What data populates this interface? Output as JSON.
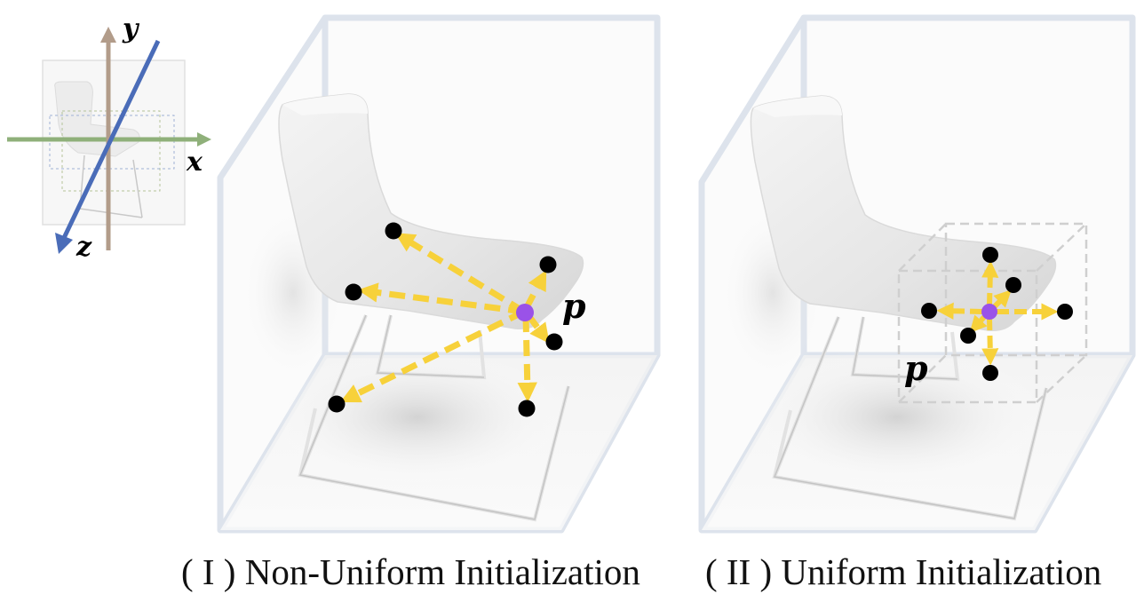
{
  "axes_labels": {
    "x": "x",
    "y": "y",
    "z": "z"
  },
  "point_label": "p",
  "captions": {
    "left": "( I ) Non-Uniform Initialization",
    "right": "( II ) Uniform Initialization"
  },
  "colors": {
    "arrow": "#f7d13a",
    "center_point": "#9a52e8",
    "sample_point": "#000000",
    "x_axis": "#8fb07a",
    "y_axis": "#b29c8a",
    "z_axis": "#4a6cb8",
    "box_edge": "#dde3ec"
  }
}
